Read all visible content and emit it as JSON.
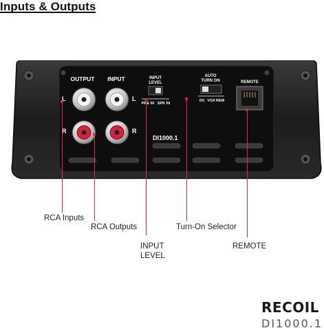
{
  "header": {
    "title": "Inputs & Outputs"
  },
  "panel": {
    "label_output": "OUTPUT",
    "label_input": "INPUT",
    "label_l_left": "L",
    "label_r_left": "R",
    "label_l_right": "L",
    "label_r_right": "R",
    "switch_input_title_1": "INPUT",
    "switch_input_title_2": "LEVEL",
    "switch_input_opt_a": "PRE IN",
    "switch_input_opt_b": "SPK IN",
    "switch_auto_title_1": "AUTO",
    "switch_auto_title_2": "TURN ON",
    "switch_auto_opt_a": "DC",
    "switch_auto_opt_b": "VOX",
    "switch_auto_opt_c": "REM",
    "remote_label": "REMOTE",
    "model": "DI1000.1"
  },
  "callouts": {
    "rca_inputs": "RCA Inputs",
    "rca_outputs": "RCA Outputs",
    "input_level_1": "INPUT",
    "input_level_2": "LEVEL",
    "turn_on_selector": "Turn-On Selector",
    "remote": "REMOTE"
  },
  "branding": {
    "logo_text": "RECOIL",
    "sub_text": "DI1000.1"
  },
  "colors": {
    "leader": "#e32a3a",
    "body": "#1c1c1c",
    "panel": "#0d0d0d",
    "rca_red": "#d8223a"
  }
}
